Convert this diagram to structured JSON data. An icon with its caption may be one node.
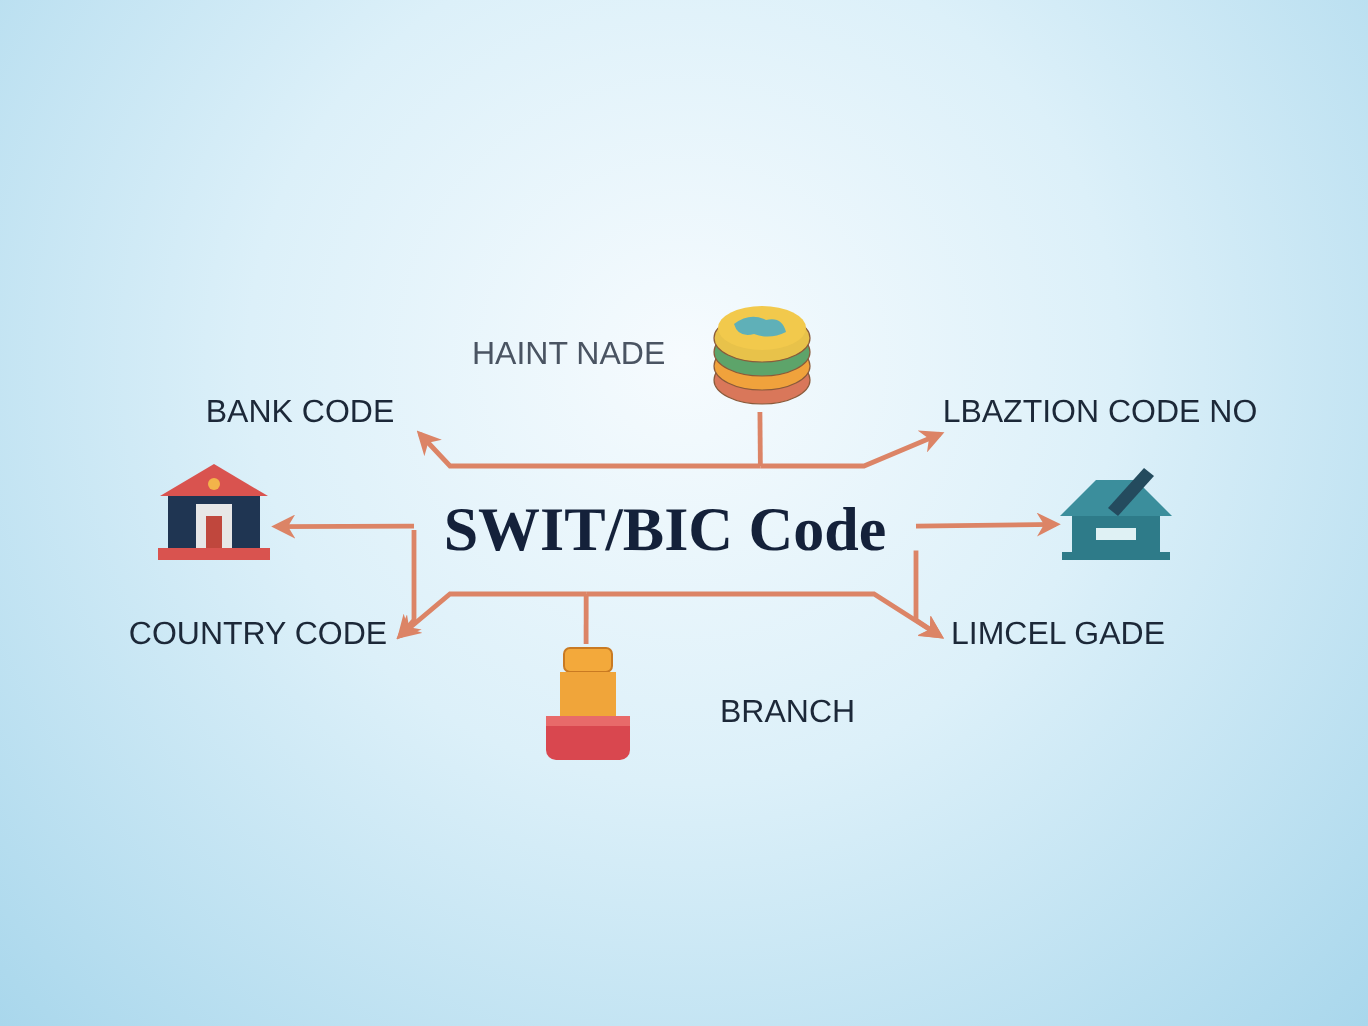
{
  "diagram": {
    "nodes": [
      {
        "text": [
          "SWIT/BIC Code"
        ]
      },
      {
        "text": [],
        "shape": "picture",
        "beside": [
          "HAINT NADE"
        ]
      },
      {
        "text": [
          "BANK CODE"
        ]
      },
      {
        "text": [
          "LBAZTION CODE NO"
        ]
      },
      {
        "text": [],
        "shape": "picture"
      },
      {
        "text": [],
        "shape": "picture"
      },
      {
        "text": [
          "COUNTRY CODE"
        ]
      },
      {
        "text": [
          "LIMCEL GADE"
        ]
      },
      {
        "text": [],
        "shape": "picture",
        "beside": [
          "BRANCH"
        ]
      }
    ],
    "edges": [
      {
        "from": 0,
        "to": 1,
        "arrow": "none"
      },
      {
        "from": 0,
        "to": 2,
        "arrow": "to"
      },
      {
        "from": 0,
        "to": 3,
        "arrow": "to"
      },
      {
        "from": 0,
        "to": 4,
        "arrow": "to"
      },
      {
        "from": 0,
        "to": 5,
        "arrow": "to"
      },
      {
        "from": 0,
        "to": 6,
        "arrow": "to"
      },
      {
        "from": 0,
        "to": 6,
        "arrow": "to"
      },
      {
        "from": 0,
        "to": 7,
        "arrow": "to"
      },
      {
        "from": 0,
        "to": 7,
        "arrow": "to"
      },
      {
        "from": 0,
        "to": 8,
        "arrow": "none"
      }
    ]
  }
}
